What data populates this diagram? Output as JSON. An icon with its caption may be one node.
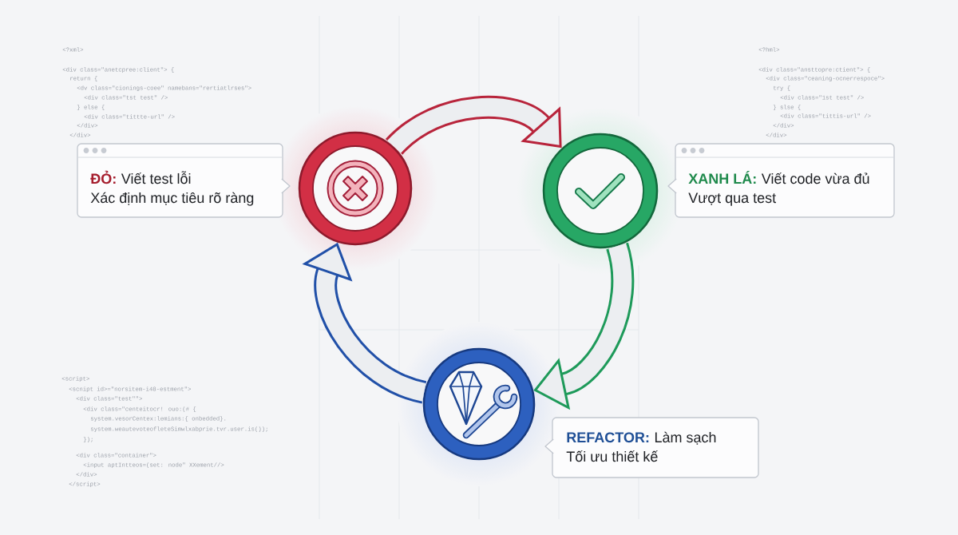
{
  "diagram": {
    "nodes": [
      {
        "text": [
          "ĐỎ:",
          "Viết test lỗi",
          "Xác định mục tiêu rõ ràng"
        ]
      },
      {
        "text": [],
        "shape": "circle"
      },
      {
        "text": [],
        "shape": "circle"
      },
      {
        "text": [
          "XANH LÁ:",
          "Viết code vừa đủ",
          "Vượt qua test"
        ]
      },
      {
        "text": [],
        "shape": "circle"
      },
      {
        "text": [
          "REFACTOR:",
          "Làm sạch",
          "Tối ưu thiết kế"
        ]
      }
    ],
    "edges": [
      {
        "from": 1,
        "to": 2,
        "arrow": "to",
        "color": "#b8243b"
      },
      {
        "from": 2,
        "to": 4,
        "arrow": "to",
        "color": "#1e9a5a"
      },
      {
        "from": 4,
        "to": 1,
        "arrow": "to",
        "color": "#2150a8"
      }
    ],
    "labels": [
      "<?xml>",
      "<div class=\"anetcpree:client\"> {",
      "return {",
      "<dv class=\"cionings-coee\" namebans=\"rertiatlrses\">",
      "<div class=\"tst test\" />",
      "} else {",
      "<div class=\"tittte-url\" />",
      "</div>",
      "</div>",
      "<?hml>",
      "<div class=\"ansttopre:ctient\"> {",
      "<div class=\"ceaning-ocnerrespoce\">",
      "try {",
      "<div class=\"1st test\" />",
      "} slse {",
      "<div class=\"tittis-url\" />",
      "</div>",
      "</div>",
      "<script>",
      "<scnipt id>=\"norsitem-i48-estment\">",
      "<div class=\"test\"\">",
      "<div class=\"centeitocr! ouo:(# {",
      "system.vesorCentex:lemians:{ onbedded}.",
      "system.weautevoteofleteSimwlxabprie.tvr.user.is());",
      "});",
      "<div class=\"container\">",
      "<input aptIntteos=(set: node\" XXement//>",
      "</div>",
      "</script>"
    ]
  }
}
